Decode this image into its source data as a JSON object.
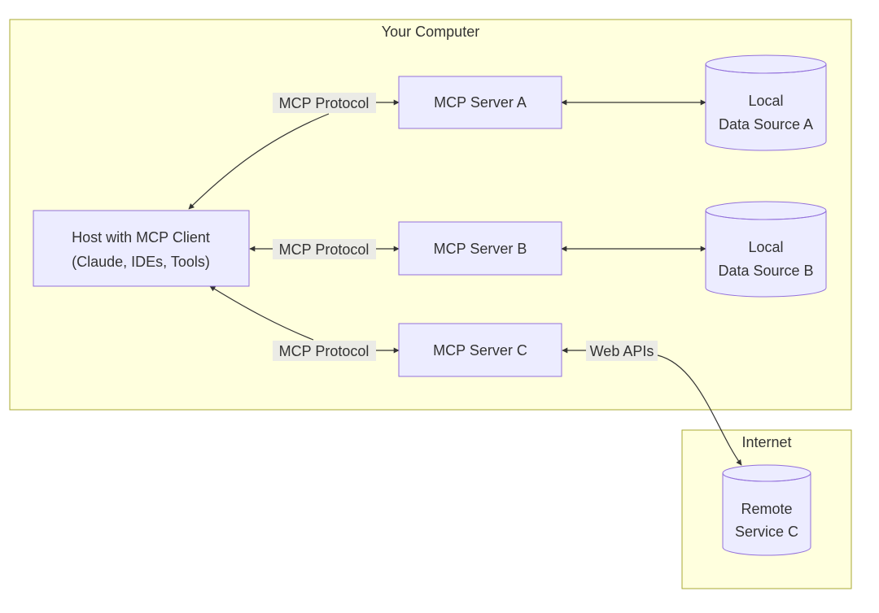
{
  "clusters": {
    "computer": {
      "title": "Your Computer"
    },
    "internet": {
      "title": "Internet"
    }
  },
  "nodes": {
    "host": {
      "lines": [
        "Host with MCP Client",
        "(Claude, IDEs, Tools)"
      ]
    },
    "server_a": {
      "label": "MCP Server A"
    },
    "server_b": {
      "label": "MCP Server B"
    },
    "server_c": {
      "label": "MCP Server C"
    },
    "data_a": {
      "lines": [
        "Local",
        "Data Source A"
      ]
    },
    "data_b": {
      "lines": [
        "Local",
        "Data Source B"
      ]
    },
    "remote_c": {
      "lines": [
        "Remote",
        "Service C"
      ]
    }
  },
  "edges": {
    "host_a": {
      "label": "MCP Protocol"
    },
    "host_b": {
      "label": "MCP Protocol"
    },
    "host_c": {
      "label": "MCP Protocol"
    },
    "c_remote": {
      "label": "Web APIs"
    }
  },
  "colors": {
    "cluster_fill": "#ffffde",
    "cluster_stroke": "#aaaa33",
    "node_fill": "#ececff",
    "node_stroke": "#9370db",
    "edge": "#333333"
  }
}
